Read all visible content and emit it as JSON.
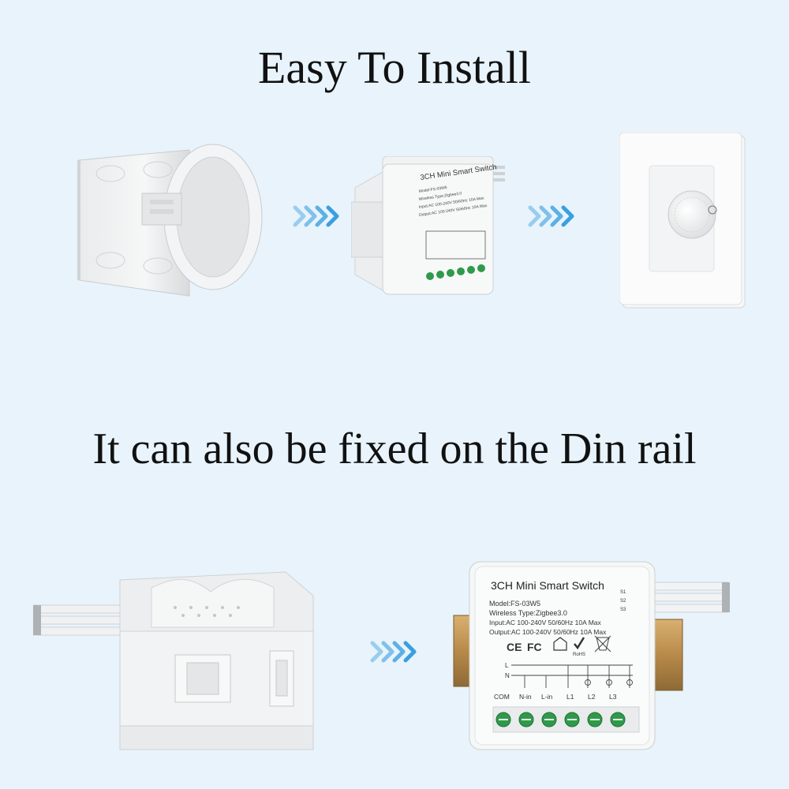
{
  "heading_top": "Easy To Install",
  "heading_bottom": "It can also be fixed on the Din rail",
  "module_small": {
    "title": "3CH Mini Smart Switch",
    "model": "Model:FS-03W5",
    "wireless": "Wireless Type:Zigbee3.0",
    "input": "Input:AC 100-240V 50/60Hz 10A Max",
    "output": "Output:AC 100-240V 50/60Hz 10A Max"
  },
  "module_large": {
    "title": "3CH Mini Smart Switch",
    "model": "Model:FS-03W5",
    "wireless": "Wireless Type:Zigbee3.0",
    "input": "Input:AC 100-240V 50/60Hz 10A Max",
    "output": "Output:AC 100-240V 50/60Hz 10A Max",
    "cert_ce": "CE",
    "cert_fc": "FC",
    "cert_rohs": "RoHS",
    "line_l": "L",
    "line_n": "N",
    "terminals": [
      "COM",
      "N-in",
      "L-in",
      "L1",
      "L2",
      "L3"
    ],
    "wire_labels": [
      "S1",
      "S2",
      "S3"
    ]
  },
  "colors": {
    "background": "#e8f3fb",
    "arrow": "#3a9fe0",
    "terminal_green": "#2f9a4a",
    "din_rail": "#b88a4a"
  },
  "icons": [
    "junction-box-icon",
    "chevron-arrows-icon",
    "wall-dimmer-switch-icon",
    "din-rail-icon"
  ]
}
